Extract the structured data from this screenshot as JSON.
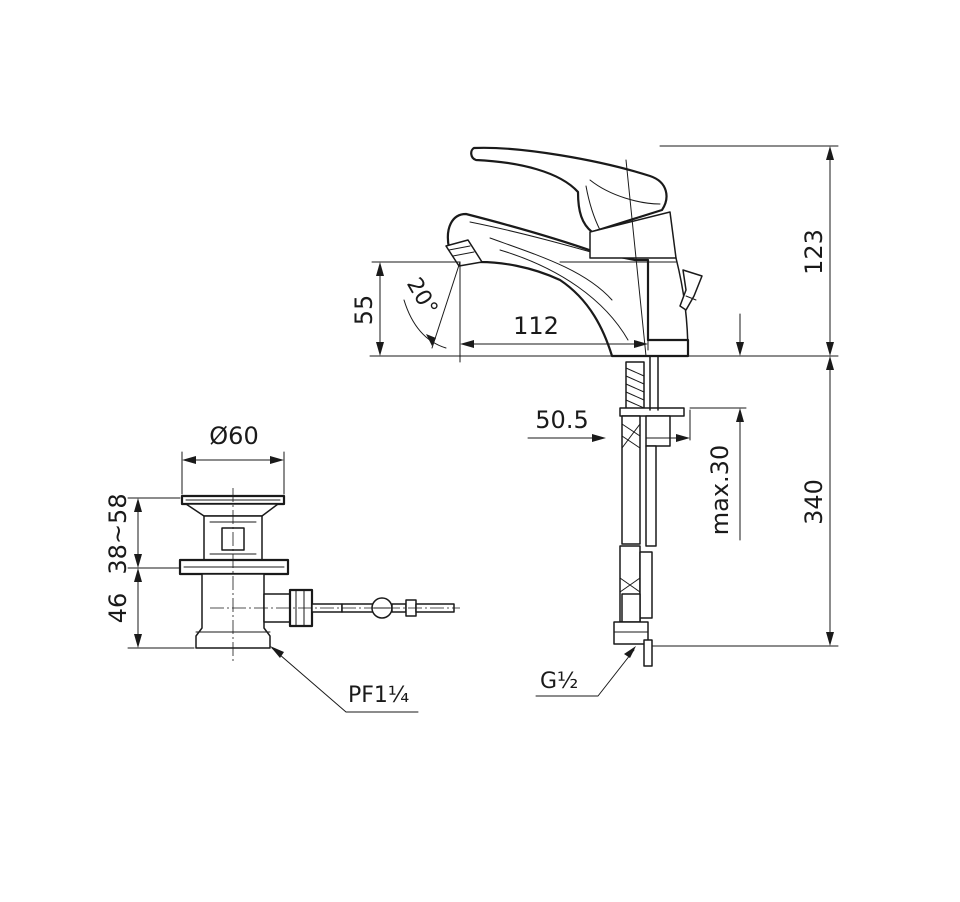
{
  "dimensions": {
    "height_upper": "123",
    "height_lower": "340",
    "spout_height": "55",
    "spout_angle": "20°",
    "spout_reach": "112",
    "mount_offset": "50.5",
    "max_thickness": "max.30",
    "connection_thread": "G½",
    "waste_diameter": "Ø60",
    "waste_range": "38~58",
    "waste_height": "46",
    "waste_thread": "PF1¼"
  },
  "colors": {
    "line": "#1a1a1a",
    "background": "#ffffff"
  }
}
